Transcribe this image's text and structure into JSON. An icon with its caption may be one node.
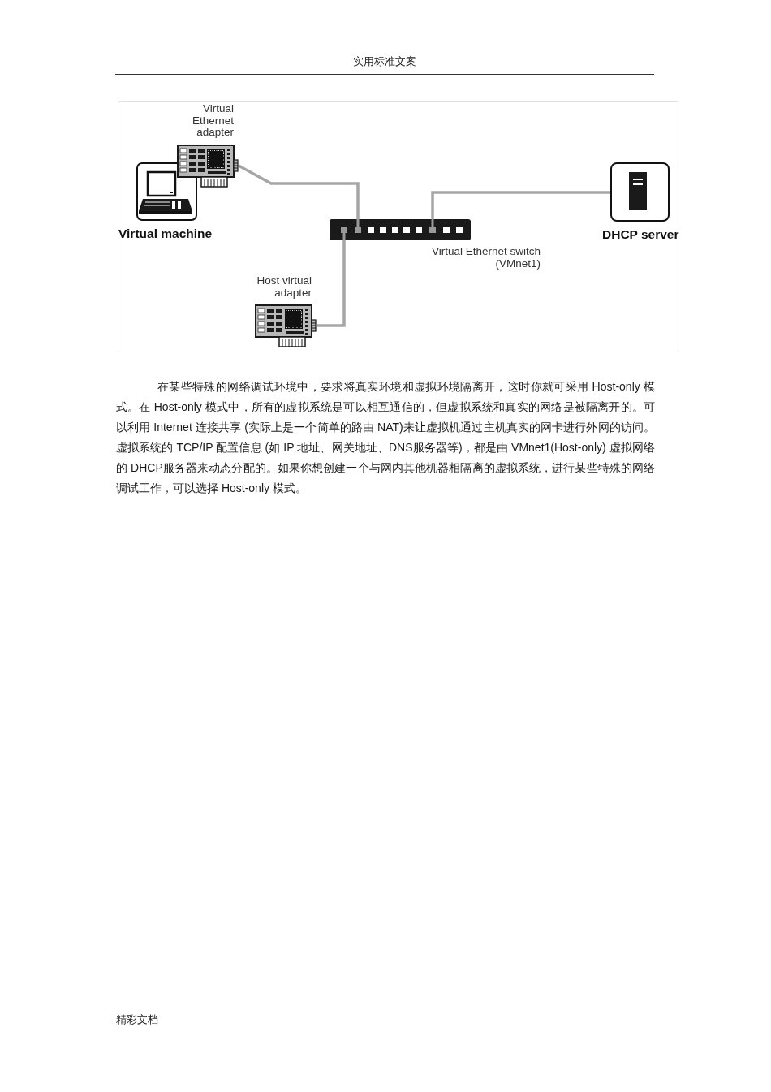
{
  "diagram": {
    "nodes": [
      {
        "text": [
          "Virtual Ethernet adapter"
        ]
      },
      {
        "text": [
          "Virtual machine"
        ]
      },
      {
        "text": [
          "Virtual Ethernet switch (VMnet1)"
        ]
      },
      {
        "text": [
          "DHCP server"
        ]
      },
      {
        "text": [
          "Host virtual adapter"
        ]
      }
    ],
    "edges": [
      {
        "from": 0,
        "to": 2,
        "arrow": "none"
      },
      {
        "from": 2,
        "to": 3,
        "arrow": "none"
      },
      {
        "from": 4,
        "to": 2,
        "arrow": "none"
      }
    ],
    "labels": [
      "实用标准文案",
      "在某些特殊的网络调试环境中，要求将真实环境和虚拟环境隔离开，这时你就可采用 Host-only 模式。在 Host-only 模式中，所有的虚拟系统是可以相互通信的，但虚拟系统和真实的网络是被隔离开的。可以利用 Internet 连接共享 (实际上是一个简单的路由 NAT)来让虚拟机通过主机真实的网卡进行外网的访问。虚拟系统的 TCP/IP 配置信息 (如 IP 地址、网关地址、DNS服务器等)，都是由 VMnet1(Host-only) 虚拟网络的 DHCP服务器来动态分配的。如果你想创建一个与网内其他机器相隔离的虚拟系统，进行某些特殊的网络调试工作，可以选择 Host-only 模式。",
      "精彩文档"
    ]
  }
}
